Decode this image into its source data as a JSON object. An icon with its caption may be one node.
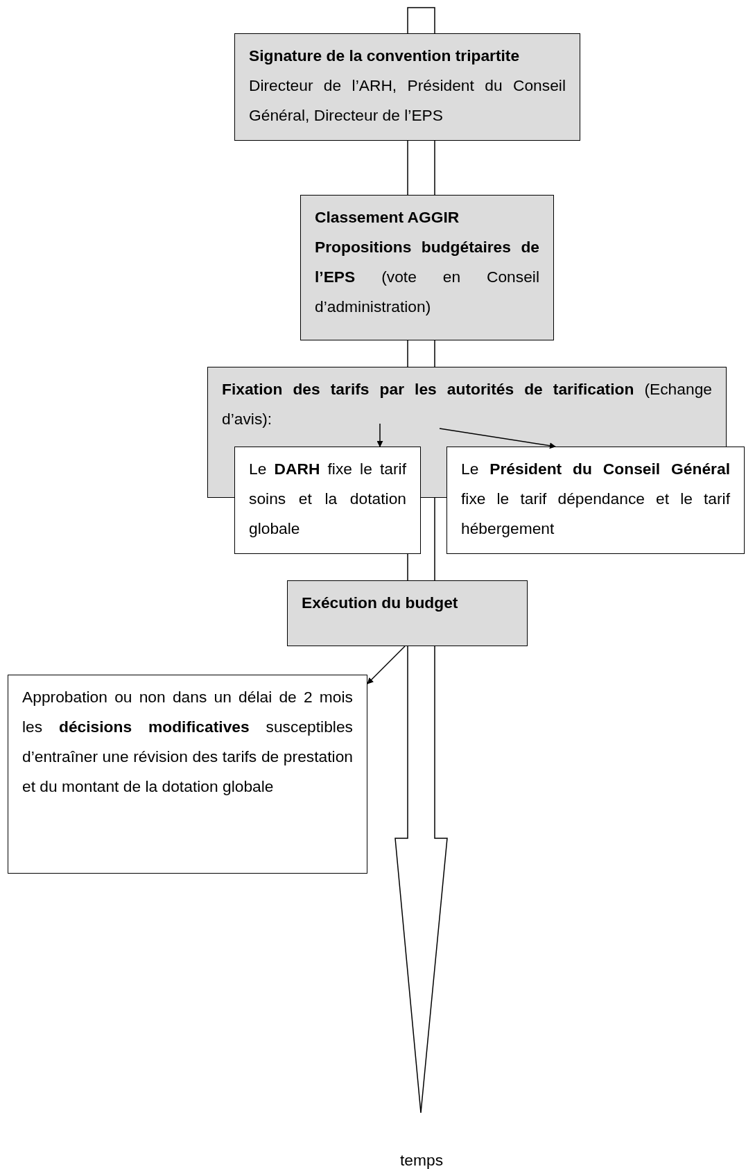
{
  "diagram": {
    "nodes": [
      {
        "text": [
          "Signature de la convention tripartite",
          "Directeur de l’ARH, Président du Conseil Général, Directeur de l’EPS"
        ]
      },
      {
        "text": [
          "Classement AGGIR",
          "**Propositions budgétaires de l’EPS** (vote en Conseil d’administration)"
        ]
      },
      {
        "text": [
          "**Fixation des tarifs par les autorités de tarification** (Echange d’avis):"
        ]
      },
      {
        "text": [
          "Le **DARH** fixe le tarif soins et la dotation globale"
        ]
      },
      {
        "text": [
          "Le **Président du Conseil Général** fixe le tarif dépendance et le tarif hébergement"
        ]
      },
      {
        "text": [
          "Exécution du budget"
        ]
      },
      {
        "text": [
          "Approbation ou non dans un délai de 2 mois les **décisions modificatives** susceptibles d’entraîner une révision des tarifs de prestation et du montant de la dotation globale"
        ]
      },
      {
        "text": [],
        "shape": "arrow"
      }
    ],
    "edges": [
      {
        "from": 2,
        "to": 3,
        "arrow": "to"
      },
      {
        "from": 2,
        "to": 4,
        "arrow": "to"
      },
      {
        "from": 5,
        "to": 6,
        "arrow": "to"
      }
    ],
    "labels": [
      "temps"
    ]
  }
}
